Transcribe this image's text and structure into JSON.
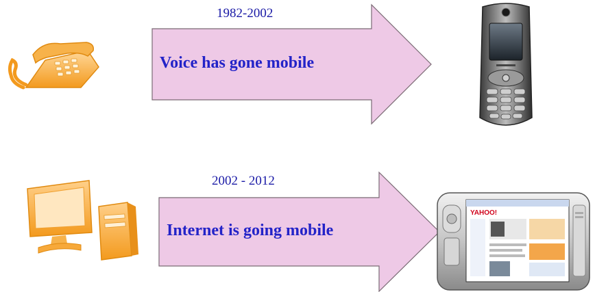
{
  "rows": [
    {
      "period": "1982-2002",
      "caption": "Voice has gone mobile",
      "from_icon": "desk-telephone-icon",
      "to_icon": "mobile-phone-icon"
    },
    {
      "period": "2002 - 2012",
      "caption": "Internet is going mobile",
      "from_icon": "desktop-computer-icon",
      "to_icon": "internet-tablet-icon"
    }
  ],
  "device_text": {
    "tablet_logo": "YAHOO!"
  },
  "colors": {
    "arrow_fill": "#eec9e6",
    "arrow_stroke": "#7a6a74",
    "text_blue": "#2323c8",
    "icon_orange": "#f5a623"
  }
}
